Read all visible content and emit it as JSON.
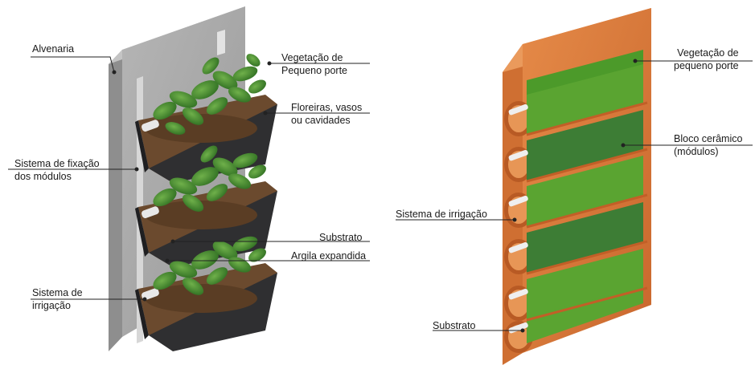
{
  "left_figure": {
    "labels": {
      "alvenaria": "Alvenaria",
      "vegetacao": [
        "Vegetação de",
        "Pequeno porte"
      ],
      "floreiras": [
        "Floreiras, vasos",
        "ou cavidades"
      ],
      "fixacao": [
        "Sistema de fixação",
        "dos módulos"
      ],
      "substrato": "Substrato",
      "argila": "Argila expandida",
      "irrigacao": [
        "Sistema de",
        "irrigação"
      ]
    }
  },
  "right_figure": {
    "labels": {
      "vegetacao": [
        "Vegetação de",
        "pequeno porte"
      ],
      "bloco": [
        "Bloco cerâmico",
        "(módulos)"
      ],
      "irrigacao": "Sistema de irrigação",
      "substrato": "Substrato"
    }
  },
  "colors": {
    "concrete": "#a8a8a8",
    "planter": "#3a3a3c",
    "soil": "#6b4a2e",
    "foliage": "#3f8a2e",
    "terracotta": "#d9783a",
    "moss": "#4c9a2a",
    "leader": "#222222"
  }
}
